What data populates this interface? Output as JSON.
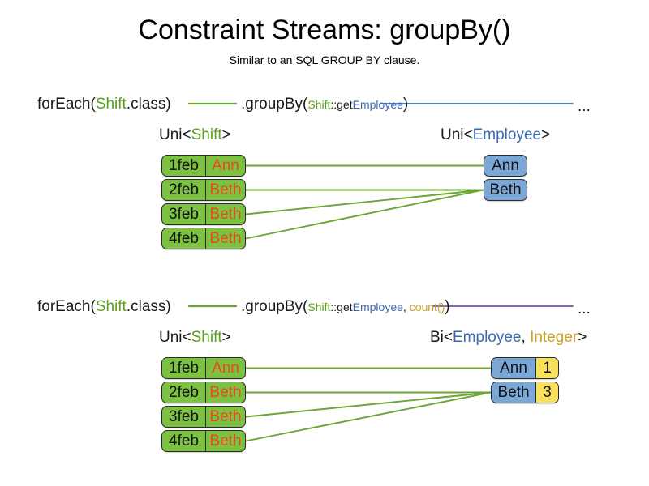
{
  "header": {
    "title": "Constraint Streams: groupBy()",
    "subtitle": "Similar to an SQL GROUP BY clause."
  },
  "colors": {
    "shift_green": "#7cc142",
    "shift_name_orange": "#e8491d",
    "employee_blue": "#7ba7d7",
    "count_yellow": "#f7e05c",
    "keyword_green": "#5aa01e",
    "keyword_blue": "#3b6ab4",
    "keyword_gold": "#c9a227",
    "wire_green": "#6aa535",
    "wire_blue": "#3b6ab4",
    "wire_purple": "#7a4ea0",
    "text_black": "#1a1a1a"
  },
  "sections": [
    {
      "id": "groupby-key",
      "code": {
        "left": {
          "pre": "forEach(",
          "type": "Shift",
          "post": ".class)"
        },
        "right": {
          "pre": ".groupBy(",
          "args": [
            {
              "owner": "Shift",
              "sep": "::get",
              "prop": "Employee"
            }
          ],
          "post": ")"
        },
        "tail": "..."
      },
      "left_label": {
        "prefix": "Uni<",
        "type": "Shift",
        "suffix": ">"
      },
      "right_label": {
        "prefix": "Uni<",
        "types": [
          "Employee"
        ],
        "suffix": ">"
      },
      "left_rows": [
        {
          "date": "1feb",
          "name": "Ann"
        },
        {
          "date": "2feb",
          "name": "Beth"
        },
        {
          "date": "3feb",
          "name": "Beth"
        },
        {
          "date": "4feb",
          "name": "Beth"
        }
      ],
      "right_rows": [
        {
          "name": "Ann"
        },
        {
          "name": "Beth"
        }
      ],
      "mapping": [
        0,
        1,
        1,
        1
      ]
    },
    {
      "id": "groupby-key-count",
      "code": {
        "left": {
          "pre": "forEach(",
          "type": "Shift",
          "post": ".class)"
        },
        "right": {
          "pre": ".groupBy(",
          "args": [
            {
              "owner": "Shift",
              "sep": "::get",
              "prop": "Employee"
            },
            {
              "collector": "count()"
            }
          ],
          "post": ")"
        },
        "tail": "..."
      },
      "left_label": {
        "prefix": "Uni<",
        "type": "Shift",
        "suffix": ">"
      },
      "right_label": {
        "prefix": "Bi<",
        "types": [
          "Employee",
          "Integer"
        ],
        "suffix": ">"
      },
      "left_rows": [
        {
          "date": "1feb",
          "name": "Ann"
        },
        {
          "date": "2feb",
          "name": "Beth"
        },
        {
          "date": "3feb",
          "name": "Beth"
        },
        {
          "date": "4feb",
          "name": "Beth"
        }
      ],
      "right_rows": [
        {
          "name": "Ann",
          "count": "1"
        },
        {
          "name": "Beth",
          "count": "3"
        }
      ],
      "mapping": [
        0,
        1,
        1,
        1
      ]
    }
  ]
}
